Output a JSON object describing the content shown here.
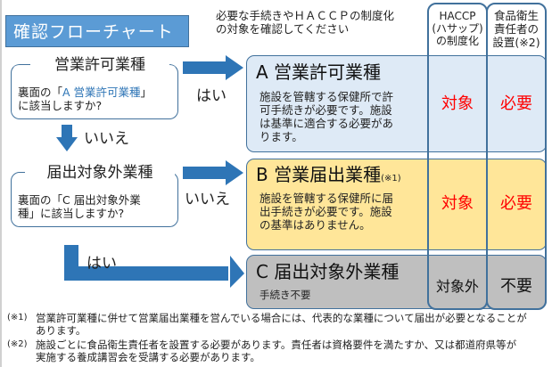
{
  "title": "確認フローチャート",
  "instruction": [
    "必要な手続きやＨＡＣＣＰの制度化",
    "の対象を確認してください"
  ],
  "columns": {
    "haccp": [
      "HACCP",
      "(ハサップ)",
      "の制度化"
    ],
    "hygiene": [
      "食品衛生",
      "責任者の",
      "設置(※2)"
    ]
  },
  "questions": [
    {
      "title": "営業許可業種",
      "text_pre": "裏面の「",
      "text_hl": "A 営業許可業種",
      "text_post": "」",
      "text_line2": "に該当しますか?"
    },
    {
      "title": "届出対象外業種",
      "text_line1": "裏面の「C 届出対象外業",
      "text_line2": "種」に該当しますか?"
    }
  ],
  "arrows": {
    "q1_yes": "はい",
    "q1_no": "いいえ",
    "q2_no": "いいえ",
    "q2_yes": "はい"
  },
  "categories": [
    {
      "title": "A 営業許可業種",
      "note": "",
      "desc": [
        "施設を管轄する保健所で許",
        "可手続きが必要です。施設",
        "は基準に適合する必要があ",
        "ります。"
      ],
      "haccp": "対象",
      "hygiene": "必要",
      "color": "#DEEAF6"
    },
    {
      "title": "B 営業届出業種",
      "note": "(※1)",
      "desc": [
        "施設を管轄する保健所に届",
        "出手続きが必要です。施設",
        "の基準はありません。"
      ],
      "haccp": "対象",
      "hygiene": "必要",
      "color": "#FFE699"
    },
    {
      "title": "C 届出対象外業種",
      "note": "",
      "desc": [
        "手続き不要"
      ],
      "haccp": "対象外",
      "hygiene": "不要",
      "color": "#BFBFBF"
    }
  ],
  "footnotes": [
    {
      "mark": "(※1)",
      "lines": [
        "営業許可業種に併せて営業届出業種を営んでいる場合には、代表的な業種について届出が必要となることが",
        "あります。"
      ]
    },
    {
      "mark": "(※2)",
      "lines": [
        "施設ごとに食品衛生責任者を設置する必要があります。責任者は資格要件を満たすか、又は都道府県等が",
        "実施する養成講習会を受講する必要があります。"
      ]
    }
  ],
  "colors": {
    "accent": "#5B9BD5",
    "border": "#41719C",
    "arrow": "#2E75B6",
    "required": "#FF0000"
  }
}
